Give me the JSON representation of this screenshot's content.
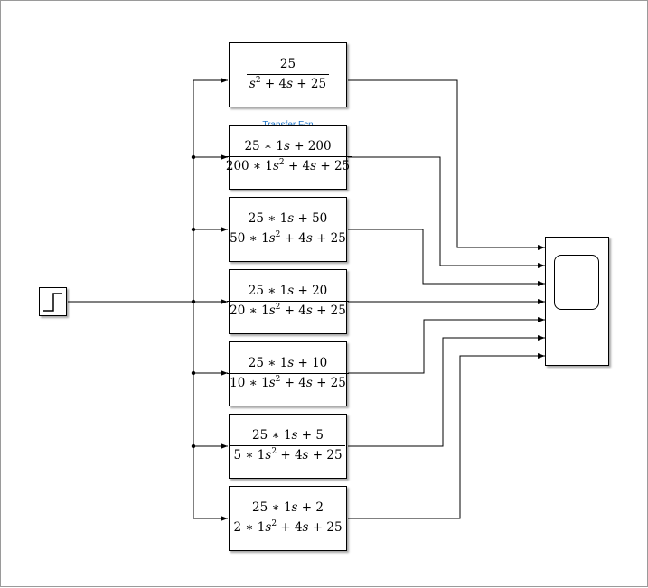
{
  "diagram": {
    "caption": "Transfer Fcn",
    "step_block": {
      "icon": "step-icon"
    },
    "scope_block": {
      "icon": "scope-icon"
    },
    "transfer_functions": [
      {
        "num": [
          "25"
        ],
        "den": [
          "s",
          "2",
          " + 4",
          "s",
          " + 25"
        ]
      },
      {
        "num": [
          "25 ∗ 1",
          "s",
          " + 200"
        ],
        "den": [
          "200 ∗ 1",
          "s",
          "2",
          " + 4",
          "s",
          " + 25"
        ]
      },
      {
        "num": [
          "25 ∗ 1",
          "s",
          " + 50"
        ],
        "den": [
          "50 ∗ 1",
          "s",
          "2",
          " + 4",
          "s",
          " + 25"
        ]
      },
      {
        "num": [
          "25 ∗ 1",
          "s",
          " + 20"
        ],
        "den": [
          "20 ∗ 1",
          "s",
          "2",
          " + 4",
          "s",
          " + 25"
        ]
      },
      {
        "num": [
          "25 ∗ 1",
          "s",
          " + 10"
        ],
        "den": [
          "10 ∗ 1",
          "s",
          "2",
          " + 4",
          "s",
          " + 25"
        ]
      },
      {
        "num": [
          "25 ∗ 1",
          "s",
          " + 5"
        ],
        "den": [
          "5 ∗ 1",
          "s",
          "2",
          " + 4",
          "s",
          " + 25"
        ]
      },
      {
        "num": [
          "25 ∗ 1",
          "s",
          " + 2"
        ],
        "den": [
          "2 ∗ 1",
          "s",
          "2",
          " + 4",
          "s",
          " + 25"
        ]
      }
    ]
  }
}
